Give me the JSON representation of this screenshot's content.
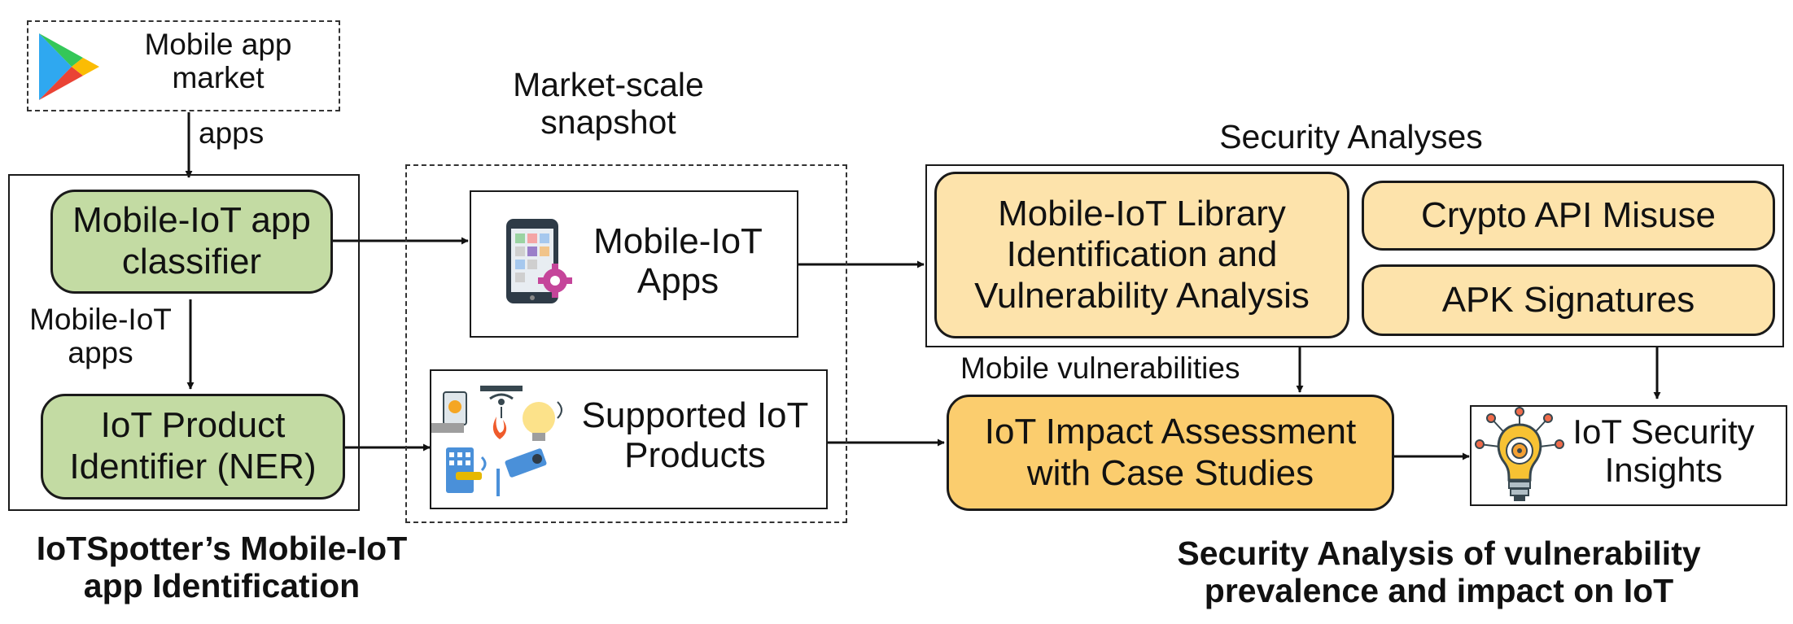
{
  "market": {
    "label": "Mobile app market",
    "arrow_label": "apps"
  },
  "identification": {
    "classifier": "Mobile-IoT app classifier",
    "arrow_label": "Mobile-IoT apps",
    "identifier": "IoT Product Identifier (NER)",
    "caption": "IoTSpotter’s Mobile-IoT app Identification"
  },
  "snapshot": {
    "title": "Market-scale snapshot",
    "apps": "Mobile-IoT Apps",
    "products": "Supported IoT Products"
  },
  "security": {
    "title": "Security Analyses",
    "library": "Mobile-IoT Library Identification and Vulnerability Analysis",
    "crypto": "Crypto API Misuse",
    "apk": "APK Signatures"
  },
  "impact": {
    "arrow_label": "Mobile vulnerabilities",
    "assessment": "IoT Impact Assessment with Case Studies",
    "insights": "IoT Security Insights",
    "caption": "Security Analysis of vulnerability prevalence and impact on IoT"
  },
  "colors": {
    "green": "#c3dba3",
    "orange_light": "#fde3ab",
    "orange": "#fbcd6e"
  }
}
